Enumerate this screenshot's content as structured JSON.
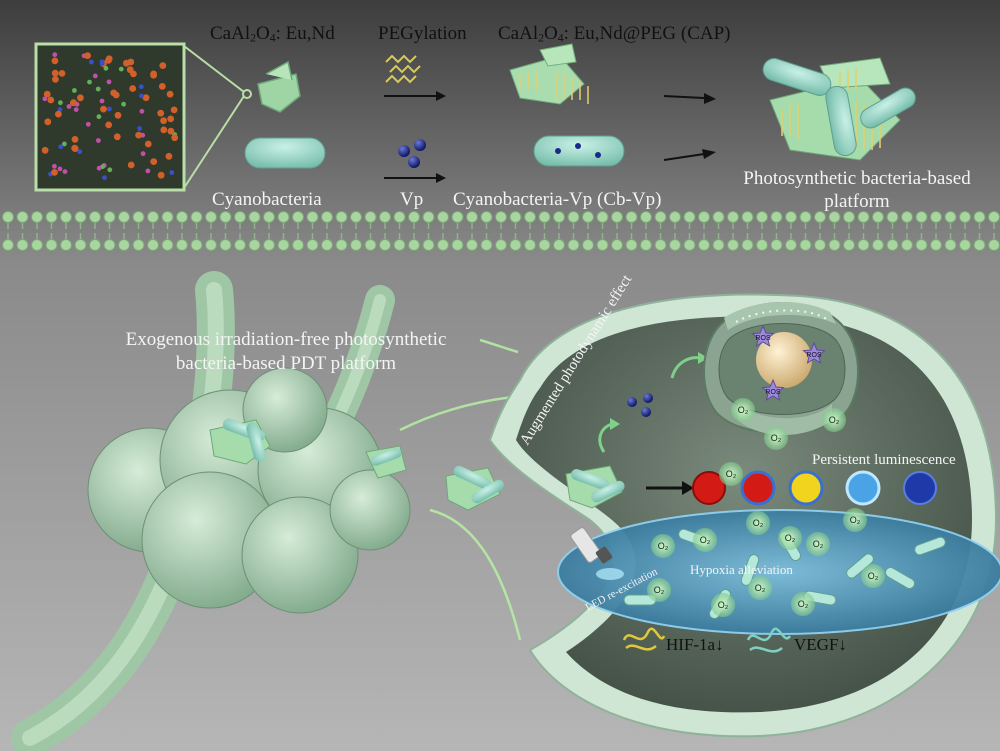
{
  "labels": {
    "caal_a": "CaAl",
    "caal_a_sub2": "2",
    "caal_a_o": "O",
    "caal_a_sub4": "4",
    "caal_a_rest": ": Eu,Nd",
    "pegylation": "PEGylation",
    "cap_a": "CaAl",
    "cap_sub2": "2",
    "cap_o": "O",
    "cap_sub4": "4",
    "cap_rest": ": Eu,Nd@PEG (CAP)",
    "cyanobacteria": "Cyanobacteria",
    "vp": "Vp",
    "cb_vp": "Cyanobacteria-Vp (Cb-Vp)",
    "platform_line1": "Photosynthetic bacteria-based",
    "platform_line2": "platform",
    "pdt_line1": "Exogenous irradiation-free photosynthetic",
    "pdt_line2": "bacteria-based PDT platform",
    "augmented_pdt": "Augmented photodynamic effect",
    "persistent_luminescence": "Persistent luminescence",
    "led_reexcitation": "LED re-excitation",
    "hypoxia_alleviation": "Hypoxia alleviation",
    "hif": "HIF-1a",
    "vegf": "VEGF",
    "o2": "O₂",
    "ros": "ROS",
    "down_arrow": "↓"
  },
  "colors": {
    "background_gray": "#9a9a9a",
    "mint_green": "#bfe6c8",
    "teal_rod": "#8fd0c0",
    "vp_blue": "#1a2a8a",
    "membrane_green": "#a9d6a0",
    "lattice_orange": "#d2602a",
    "luminescence_red": "#d41a14",
    "luminescence_yellow": "#f0d41e",
    "luminescence_lightblue": "#4aa3e4",
    "luminescence_darkblue": "#1f3aa8",
    "tumor_green": "#a9ccb0"
  }
}
